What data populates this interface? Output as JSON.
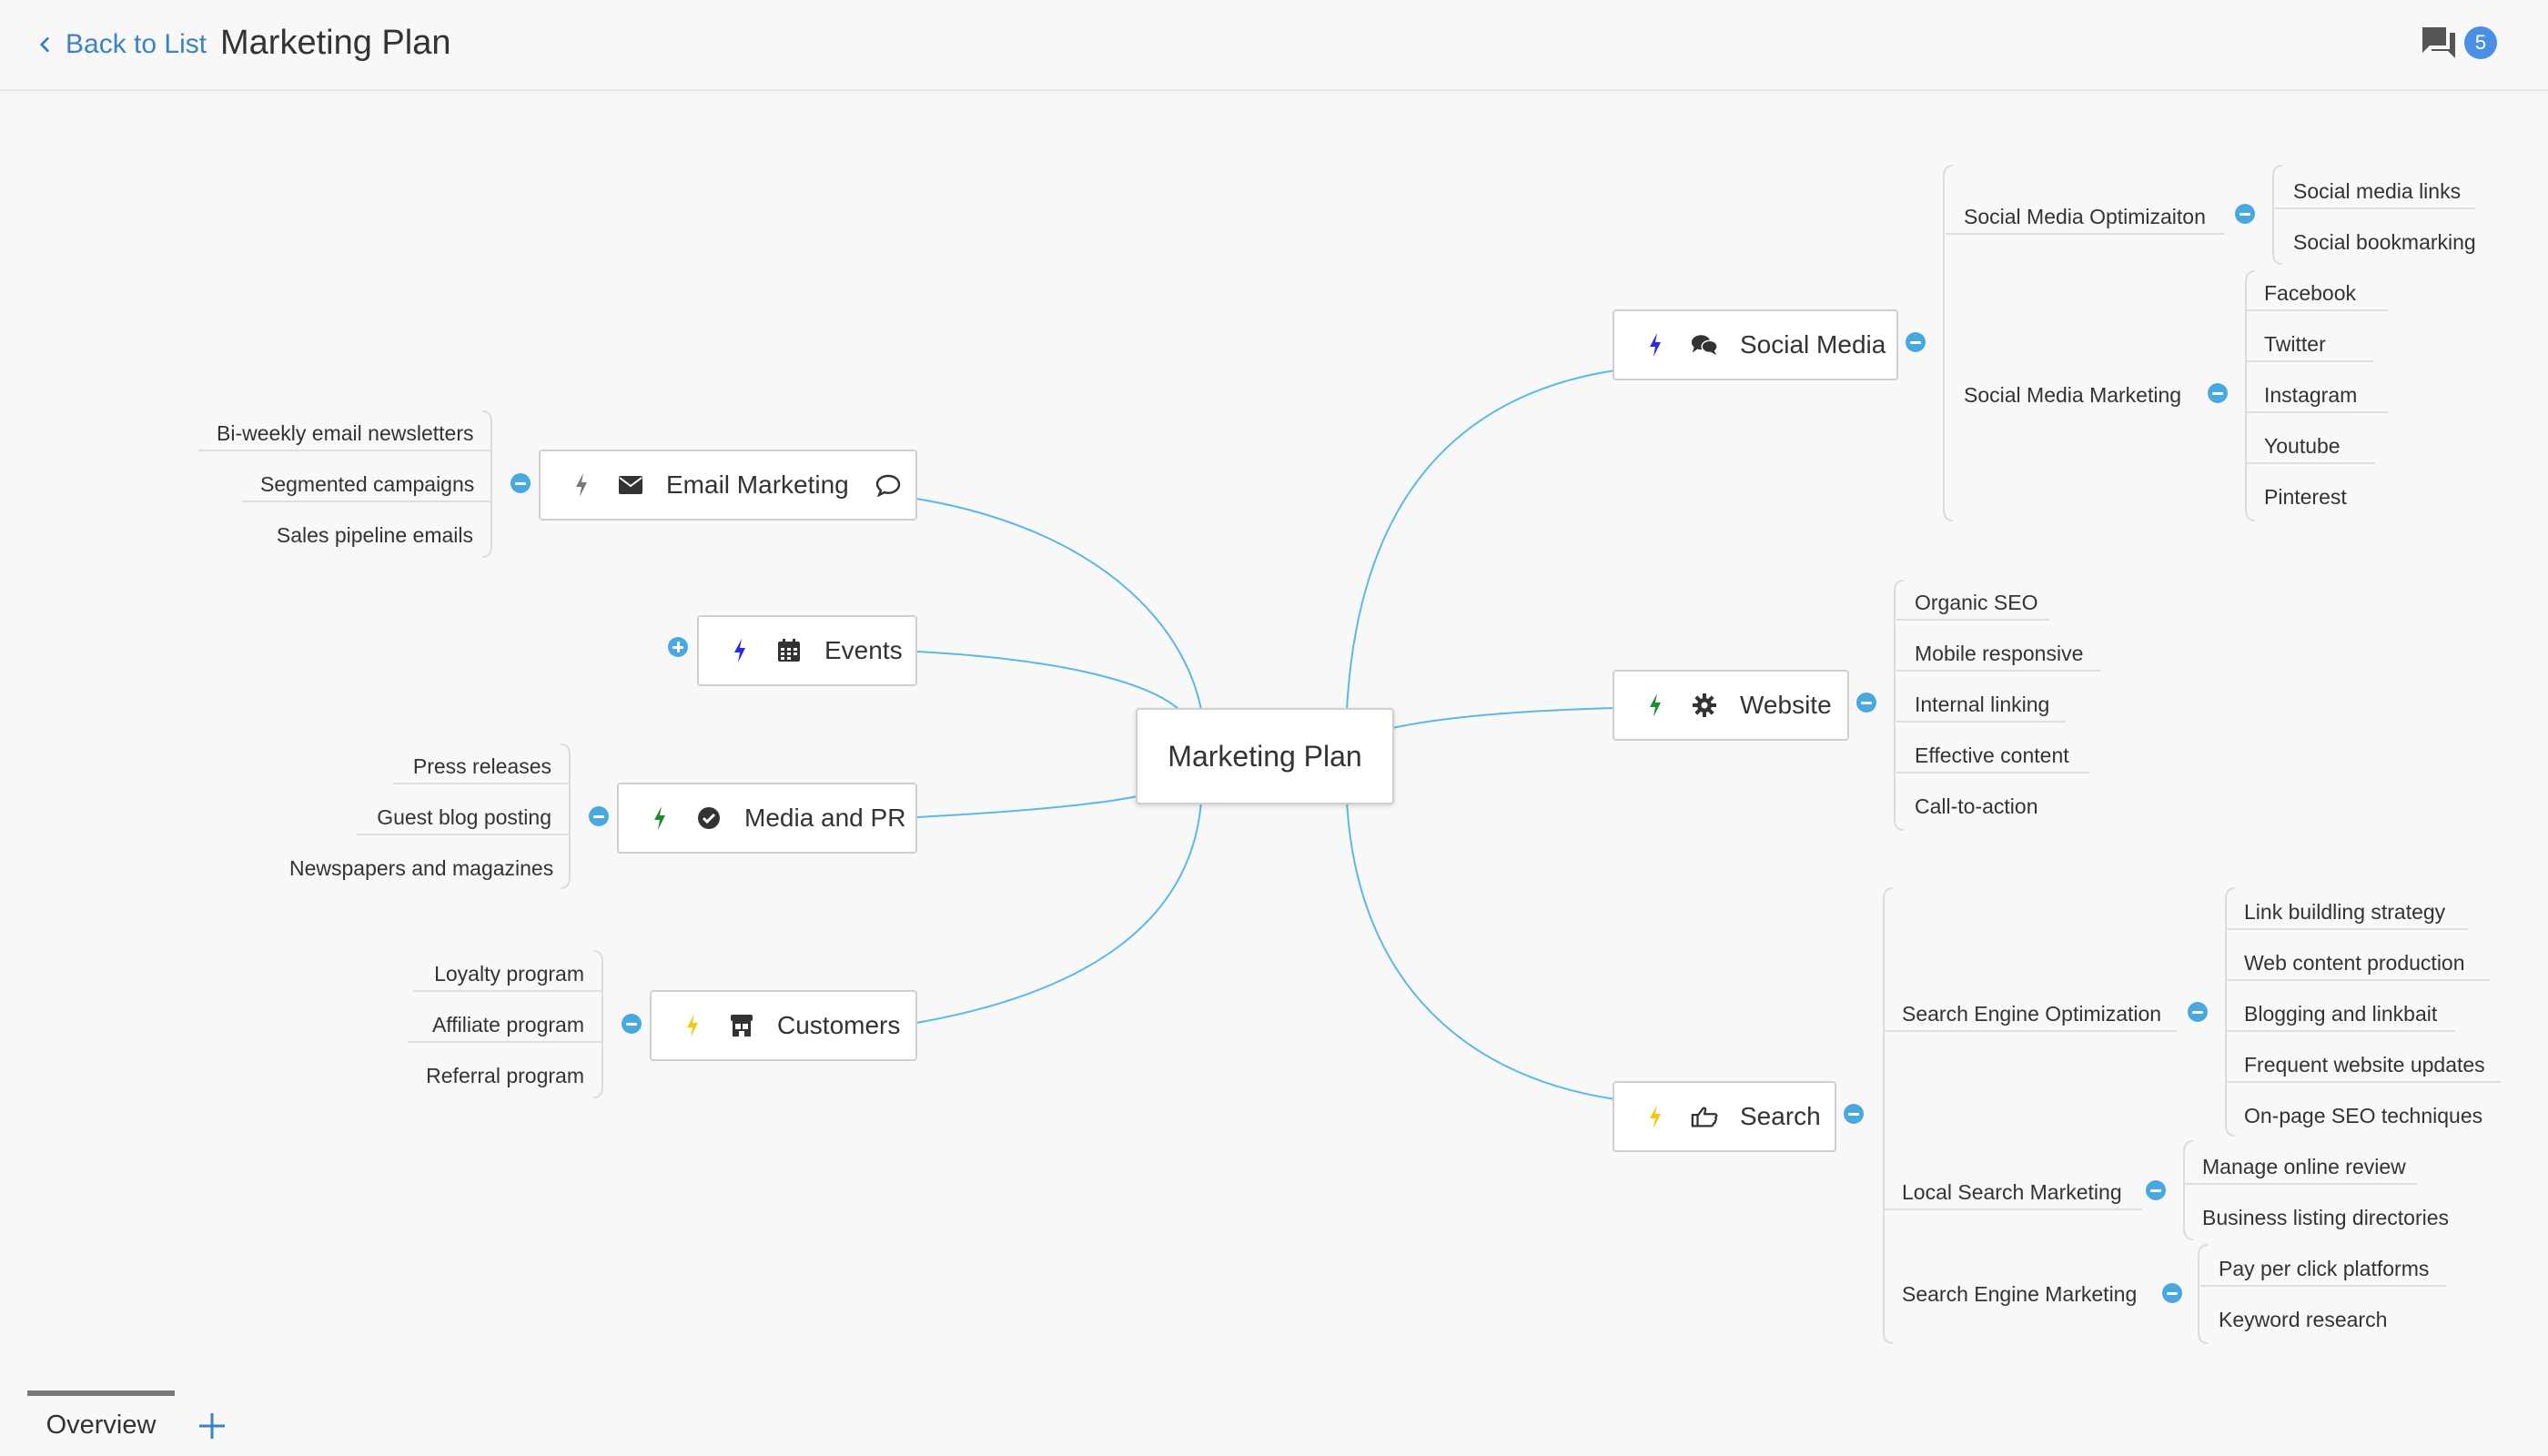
{
  "header": {
    "back_label": "Back to List",
    "title": "Marketing Plan",
    "comment_count": "5"
  },
  "colors": {
    "link": "#3a82c4",
    "connector": "#5bb8e6",
    "toggle": "#4aa8e0",
    "bolt_blue": "#2a2adf",
    "bolt_green": "#1f8a2e",
    "bolt_yellow": "#f2c81b",
    "bolt_gray": "#777777"
  },
  "map": {
    "center": "Marketing Plan",
    "left": {
      "email": {
        "label": "Email Marketing",
        "icon": "envelope-icon",
        "bolt": "gray",
        "items": [
          "Bi-weekly email newsletters",
          "Segmented campaigns",
          "Sales pipeline emails"
        ]
      },
      "events": {
        "label": "Events",
        "icon": "calendar-icon",
        "bolt": "blue"
      },
      "media": {
        "label": "Media and PR",
        "icon": "check-circle-icon",
        "bolt": "green",
        "items": [
          "Press releases",
          "Guest blog posting",
          "Newspapers and magazines"
        ]
      },
      "customers": {
        "label": "Customers",
        "icon": "shop-icon",
        "bolt": "yellow",
        "items": [
          "Loyalty program",
          "Affiliate program",
          "Referral program"
        ]
      }
    },
    "right": {
      "social": {
        "label": "Social Media",
        "icon": "chat-bubbles-icon",
        "bolt": "blue",
        "groups": [
          {
            "label": "Social Media Optimizaiton",
            "items": [
              "Social media links",
              "Social bookmarking"
            ]
          },
          {
            "label": "Social Media Marketing",
            "items": [
              "Facebook",
              "Twitter",
              "Instagram",
              "Youtube",
              "Pinterest"
            ]
          }
        ]
      },
      "website": {
        "label": "Website",
        "icon": "gear-icon",
        "bolt": "green",
        "items": [
          "Organic SEO",
          "Mobile responsive",
          "Internal linking",
          "Effective content",
          "Call-to-action"
        ]
      },
      "search": {
        "label": "Search",
        "icon": "thumbs-point-icon",
        "bolt": "yellow",
        "groups": [
          {
            "label": "Search Engine Optimization",
            "items": [
              "Link buildling strategy",
              "Web content production",
              "Blogging and linkbait",
              "Frequent website updates",
              "On-page SEO techniques"
            ]
          },
          {
            "label": "Local Search Marketing",
            "items": [
              "Manage online review",
              "Business listing directories"
            ]
          },
          {
            "label": "Search Engine Marketing",
            "items": [
              "Pay per click platforms",
              "Keyword research"
            ]
          }
        ]
      }
    }
  },
  "tabs": {
    "active": "Overview"
  }
}
